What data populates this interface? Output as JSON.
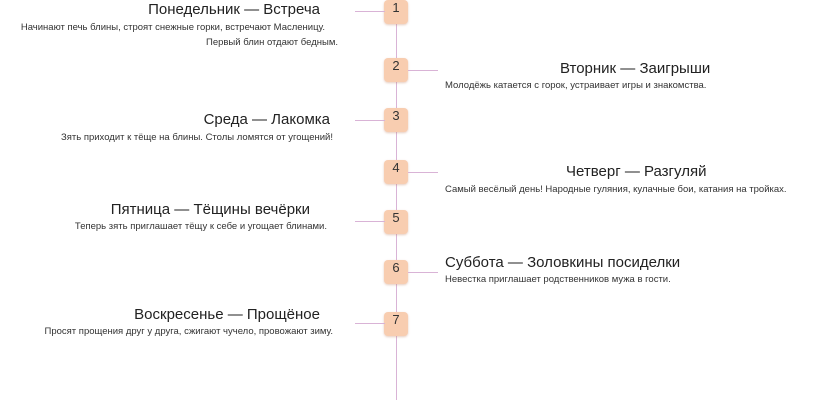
{
  "days": [
    {
      "num": "1",
      "title": "Понедельник — Встреча",
      "desc": [
        "Начинают печь блины, строят снежные горки, встречают Масленицу.",
        "Первый блин отдают бедным."
      ]
    },
    {
      "num": "2",
      "title": "Вторник — Заигрыши",
      "desc": [
        "Молодёжь катается с горок, устраивает игры и знакомства."
      ]
    },
    {
      "num": "3",
      "title": "Среда — Лакомка",
      "desc": [
        "Зять приходит к тёще на блины. Столы ломятся от угощений!"
      ]
    },
    {
      "num": "4",
      "title": "Четверг — Разгуляй",
      "desc": [
        "Самый весёлый день! Народные гуляния, кулачные бои, катания на тройках."
      ]
    },
    {
      "num": "5",
      "title": "Пятница — Тёщины вечёрки",
      "desc": [
        "Теперь зять приглашает тёщу к себе и угощает блинами."
      ]
    },
    {
      "num": "6",
      "title": "Суббота — Золовкины посиделки",
      "desc": [
        "Невестка приглашает родственников мужа в гости."
      ]
    },
    {
      "num": "7",
      "title": "Воскресенье — Прощёное",
      "desc": [
        "Просят прощения друг у друга, сжигают чучело, провожают зиму."
      ]
    }
  ]
}
